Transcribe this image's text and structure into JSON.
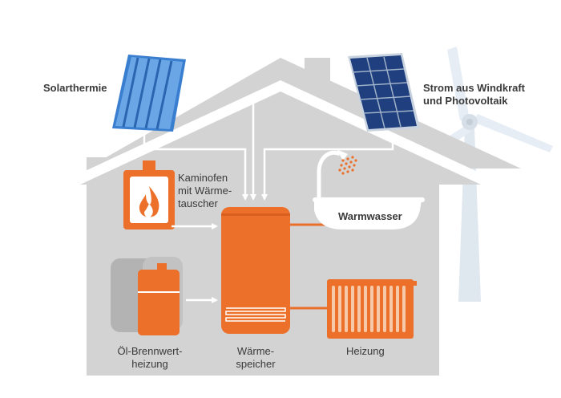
{
  "labels": {
    "solarthermie": "Solarthermie",
    "strom": "Strom aus Windkraft\nund Photovoltaik",
    "kaminofen": "Kaminofen\nmit Wärme-\ntauscher",
    "warmwasser": "Warmwasser",
    "oel": "Öl-Brennwert-\nheizung",
    "speicher": "Wärme-\nspeicher",
    "heizung": "Heizung"
  },
  "colors": {
    "house": "#d3d3d3",
    "orange": "#ec7029",
    "grey_tank": "#b3b3b3",
    "solar_thermal": "#4a8fd8",
    "pv_cell": "#1f3f7e",
    "turbine": "#dfe7ef",
    "arrow_white": "#ffffff",
    "arrow_orange": "#ec7029"
  },
  "icons": {
    "solar_thermal": "solar-thermal-collector-icon",
    "pv": "photovoltaic-panel-icon",
    "wind": "wind-turbine-icon",
    "stove": "wood-stove-icon",
    "tank": "heat-storage-tank-icon",
    "oil": "oil-boiler-icon",
    "bathtub": "bathtub-shower-icon",
    "radiator": "radiator-icon"
  }
}
